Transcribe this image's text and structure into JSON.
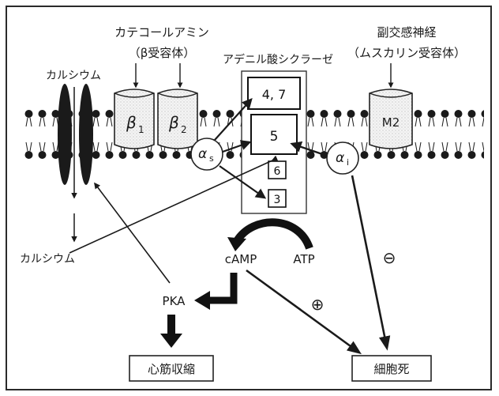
{
  "labels": {
    "catecholamine": "カテコールアミン",
    "beta_receptor": "（β受容体）",
    "parasympathetic": "副交感神経",
    "muscarinic_receptor": "（ムスカリン受容体）",
    "adenylyl_cyclase": "アデニル酸シクラーゼ",
    "calcium_top": "カルシウム",
    "calcium_bottom": "カルシウム",
    "camp": "cAMP",
    "atp": "ATP",
    "pka": "PKA",
    "cardiac_contraction": "心筋収縮",
    "cell_death": "細胞死",
    "plus_sign": "⊕",
    "minus_sign": "⊖"
  },
  "receptors": {
    "beta1_base": "β",
    "beta1_sub": "1",
    "beta2_base": "β",
    "beta2_sub": "2",
    "m2": "M2"
  },
  "g_proteins": {
    "alpha_s_base": "α",
    "alpha_s_sub": "s",
    "alpha_i_base": "α",
    "alpha_i_sub": "i"
  },
  "isoforms": {
    "ac_47": "4, 7",
    "ac_5": "5",
    "ac_6": "6",
    "ac_3": "3"
  }
}
